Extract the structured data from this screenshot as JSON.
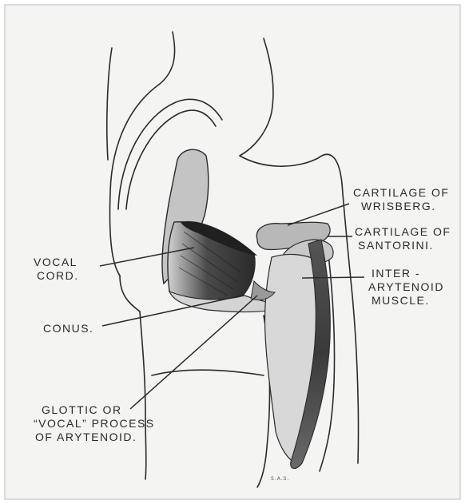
{
  "labels": {
    "vocal_cord": [
      "VOCAL",
      "CORD."
    ],
    "conus": "CONUS.",
    "glottic": [
      "GLOTTIC OR",
      "“VOCAL” PROCESS",
      "OF ARYTENOID."
    ],
    "wrisberg": [
      "CARTILAGE OF",
      "WRISBERG."
    ],
    "santorini": [
      "CARTILAGE OF",
      "SANTORINI."
    ],
    "interarytenoid": [
      "INTER -",
      "ARYTENOID",
      "MUSCLE."
    ]
  },
  "signature": "S.A.S.",
  "colors": {
    "paper": "#f4f4f2",
    "ink": "#2a2a2a",
    "gray_fill": "#b8b8b8",
    "muscle_dark": "#3a3a3a"
  }
}
